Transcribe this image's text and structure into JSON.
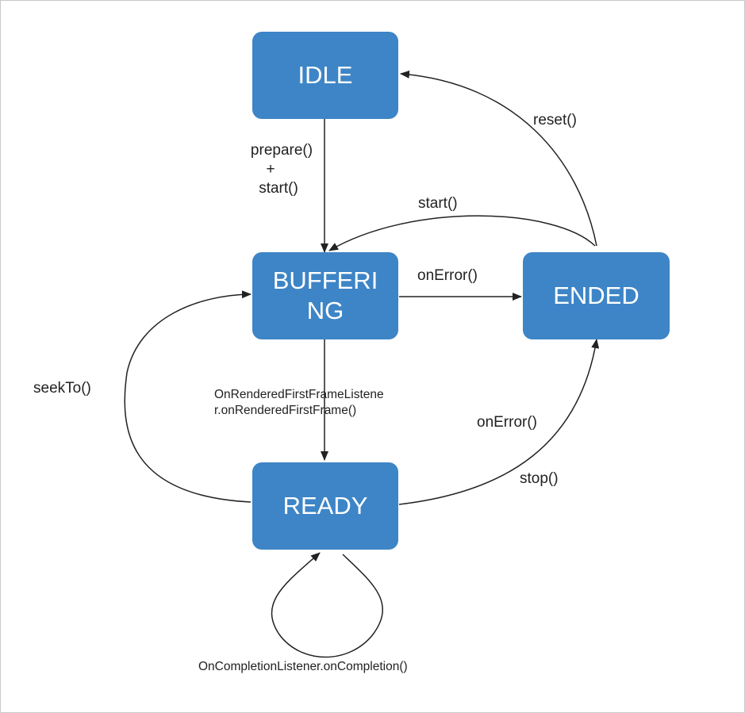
{
  "states": {
    "idle": "IDLE",
    "buffering_line1": "BUFFERI",
    "buffering_line2": "NG",
    "ended": "ENDED",
    "ready": "READY"
  },
  "transitions": {
    "prepare_line1": "prepare()",
    "prepare_plus": "+",
    "prepare_line3": "start()",
    "start": "start()",
    "reset": "reset()",
    "on_error_buffering": "onError()",
    "seek_to": "seekTo()",
    "rendered_line1": "OnRenderedFirstFrameListene",
    "rendered_line2": "r.onRenderedFirstFrame()",
    "on_error_ready": "onError()",
    "stop": "stop()",
    "completion": "OnCompletionListener.onCompletion()"
  },
  "colors": {
    "state_fill": "#3d85c6",
    "state_text": "#ffffff",
    "edge": "#222222"
  }
}
